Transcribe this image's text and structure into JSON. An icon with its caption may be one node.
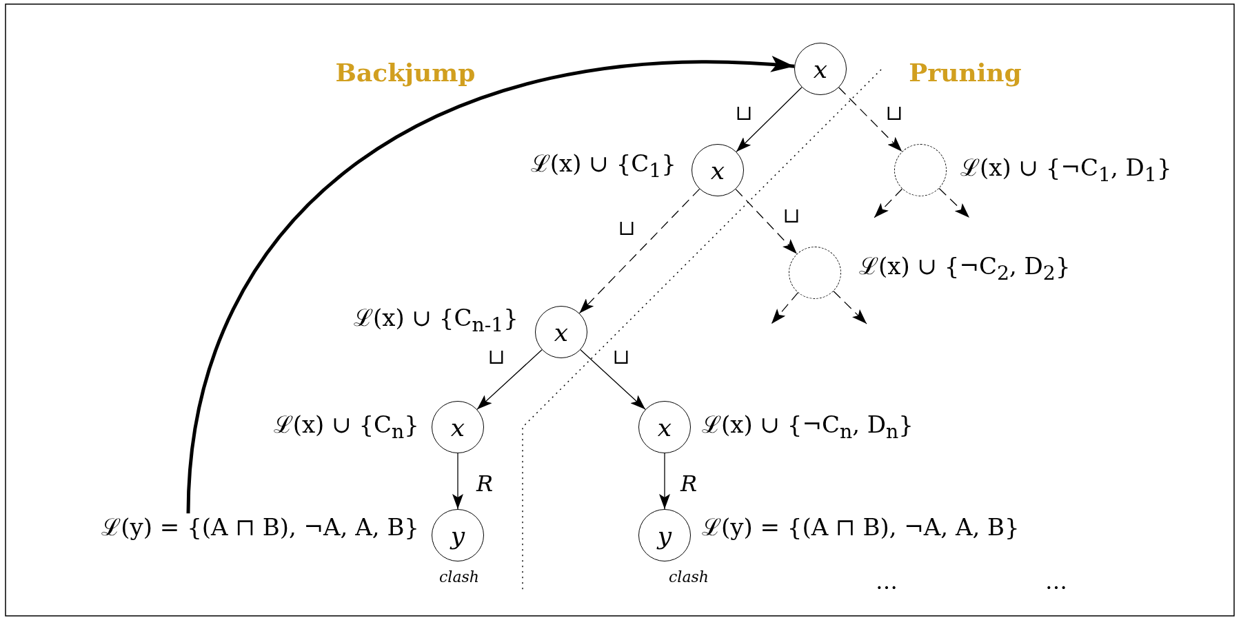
{
  "diagram": {
    "nodes": [
      {
        "text": [
          "x"
        ]
      },
      {
        "text": [
          "x"
        ],
        "beside": [
          "ℒ(x) ∪ {C$_{1}$}"
        ]
      },
      {
        "text": [],
        "shape": "circle",
        "beside": [
          "ℒ(x) ∪ {¬C$_{1}$, D$_{1}$}"
        ]
      },
      {
        "text": [],
        "shape": "circle",
        "beside": [
          "ℒ(x) ∪ {¬C$_{2}$, D$_{2}$}"
        ]
      },
      {
        "text": [
          "x"
        ],
        "beside": [
          "ℒ(x) ∪ {C$_{n-1}$}"
        ]
      },
      {
        "text": [
          "x"
        ],
        "beside": [
          "ℒ(x) ∪ {C$_{n}$}"
        ]
      },
      {
        "text": [
          "x"
        ],
        "beside": [
          "ℒ(x) ∪ {¬C$_{n}$, D$_{n}$}"
        ]
      },
      {
        "text": [
          "ℒ(y) = {(A ⊓ B), ¬A, A, B}"
        ]
      },
      {
        "text": [
          "y"
        ],
        "beside": [
          "clash"
        ]
      },
      {
        "text": [
          "y"
        ],
        "beside": [
          "ℒ(y) = {(A ⊓ B), ¬A, A, B}",
          "clash"
        ]
      }
    ],
    "edges": [
      {
        "from": 0,
        "to": 1,
        "arrow": "to",
        "label": "⊔"
      },
      {
        "from": 0,
        "to": 2,
        "arrow": "to",
        "label": "⊔",
        "style": "dashed"
      },
      {
        "from": 2,
        "to": null,
        "arrow": "to",
        "style": "dashed"
      },
      {
        "from": 2,
        "to": null,
        "arrow": "to",
        "style": "dashed"
      },
      {
        "from": 1,
        "to": 3,
        "arrow": "to",
        "label": "⊔",
        "style": "dashed"
      },
      {
        "from": 3,
        "to": null,
        "arrow": "to",
        "style": "dashed"
      },
      {
        "from": 3,
        "to": null,
        "arrow": "to",
        "style": "dashed"
      },
      {
        "from": 1,
        "to": 4,
        "arrow": "to",
        "label": "⊔",
        "style": "dashed"
      },
      {
        "from": 4,
        "to": 5,
        "arrow": "to",
        "label": "⊔"
      },
      {
        "from": 4,
        "to": 6,
        "arrow": "to",
        "label": "⊔"
      },
      {
        "from": 5,
        "to": 8,
        "arrow": "to",
        "label": "R"
      },
      {
        "from": 6,
        "to": 9,
        "arrow": "to",
        "label": "R"
      },
      {
        "from": 7,
        "to": 0,
        "arrow": "to",
        "label": "Backjump",
        "style": "thick"
      }
    ],
    "labels": [
      "Pruning",
      "…",
      "…"
    ]
  }
}
